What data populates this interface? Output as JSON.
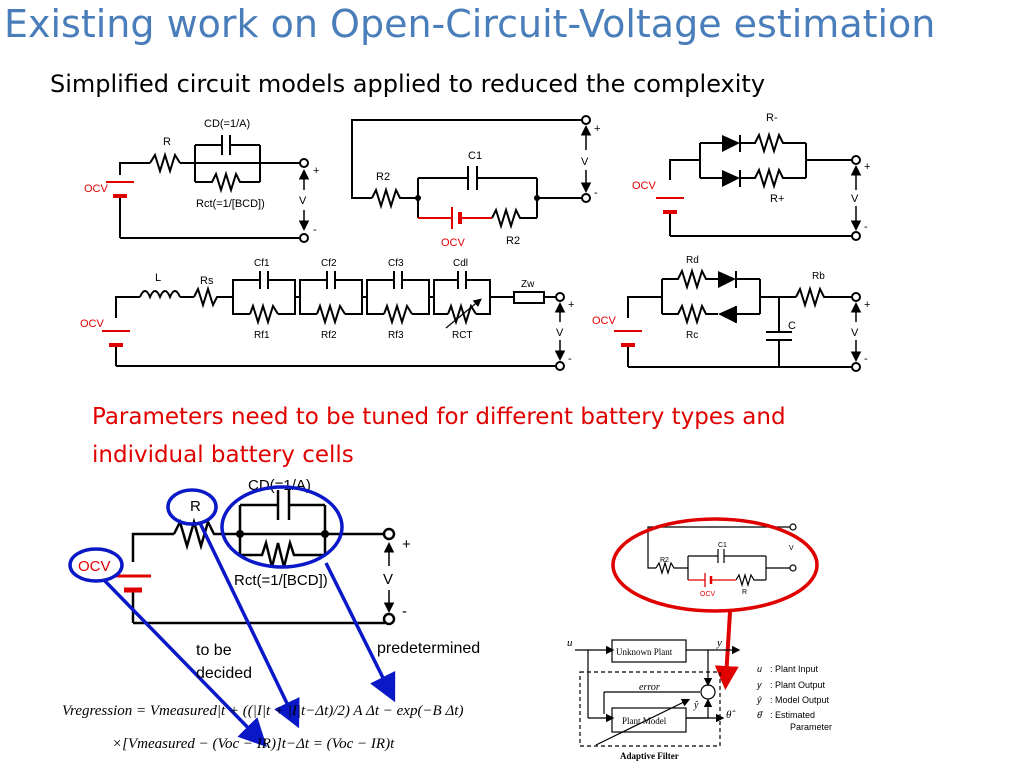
{
  "title": "Existing work on Open-Circuit-Voltage estimation",
  "subtitle": "Simplified circuit models applied to reduced the complexity",
  "note_line1": "Parameters need to be tuned for different battery types and",
  "note_line2": "individual battery cells",
  "circuit1": {
    "ocv": "OCV",
    "r": "R",
    "cd": "CD(=1/A)",
    "rct": "Rct(=1/[BCD])",
    "plus": "+",
    "v": "V",
    "minus": "-"
  },
  "circuit2": {
    "r2a": "R2",
    "c1": "C1",
    "ocv": "OCV",
    "r2b": "R2",
    "plus": "+",
    "v": "V",
    "minus": "-"
  },
  "circuit3": {
    "rminus": "R-",
    "rplus": "R+",
    "ocv": "OCV",
    "plus": "+",
    "v": "V",
    "minus": "-"
  },
  "circuit4": {
    "l": "L",
    "rs": "Rs",
    "cf1": "Cf1",
    "cf2": "Cf2",
    "cf3": "Cf3",
    "cdl": "Cdl",
    "zw": "Zw",
    "rf1": "Rf1",
    "rf2": "Rf2",
    "rf3": "Rf3",
    "rct": "RCT",
    "ocv": "OCV",
    "plus": "+",
    "v": "V",
    "minus": "-"
  },
  "circuit5": {
    "rd": "Rd",
    "rc": "Rc",
    "rb": "Rb",
    "c": "C",
    "ocv": "OCV",
    "plus": "+",
    "v": "V",
    "minus": "-"
  },
  "big_circuit": {
    "ocv": "OCV",
    "r": "R",
    "cd": "CD(=1/A)",
    "rct": "Rct(=1/[BCD])",
    "plus": "+",
    "v": "V",
    "minus": "-"
  },
  "annotations": {
    "to_be": "to be",
    "decided": "decided",
    "predetermined": "predetermined"
  },
  "equation": {
    "line1": "Vregression = Vmeasured|t + ((|I|t + |I|t−Δt)/2) A Δt − exp(−B Δt)",
    "line2": "×[Vmeasured − (Voc − IR)]t−Δt = (Voc − IR)t"
  },
  "adaptive": {
    "u": "u",
    "y": "y",
    "unknown_plant": "Unknown Plant",
    "error": "error",
    "yhat": "ŷ",
    "plant_model": "Plant Model",
    "theta": "θ̂",
    "adaptive_filter": "Adaptive Filter",
    "legend": [
      {
        "sym": "u",
        "desc": ": Plant Input"
      },
      {
        "sym": "y",
        "desc": ": Plant Output"
      },
      {
        "sym": "ŷ",
        "desc": ": Model Output"
      },
      {
        "sym": "θ̂",
        "desc": ": Estimated"
      },
      {
        "sym": "",
        "desc": "Parameter"
      }
    ]
  },
  "mini_circuit": {
    "r2": "R2",
    "c1": "C1",
    "ocv": "OCV",
    "r": "R",
    "v": "V"
  }
}
